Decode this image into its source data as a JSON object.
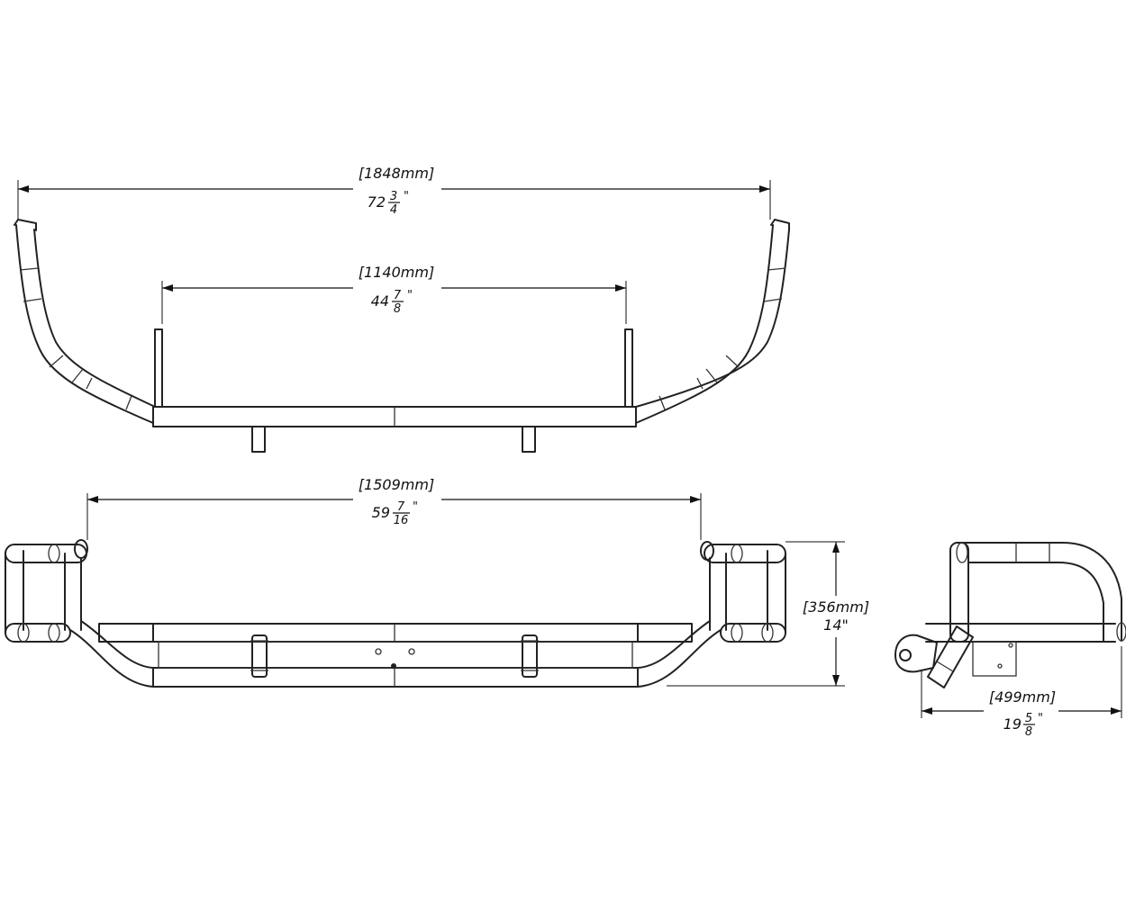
{
  "dimensions": {
    "overall_width": {
      "mm": "[1848mm]",
      "whole": "72",
      "num": "3",
      "den": "4",
      "unit": "\""
    },
    "mount_width": {
      "mm": "[1140mm]",
      "whole": "44",
      "num": "7",
      "den": "8",
      "unit": "\""
    },
    "front_width": {
      "mm": "[1509mm]",
      "whole": "59",
      "num": "7",
      "den": "16",
      "unit": "\""
    },
    "height": {
      "mm": "[356mm]",
      "inch": "14\""
    },
    "depth": {
      "mm": "[499mm]",
      "whole": "19",
      "num": "5",
      "den": "8",
      "unit": "\""
    }
  },
  "colors": {
    "line": "#222222",
    "background": "#ffffff"
  }
}
